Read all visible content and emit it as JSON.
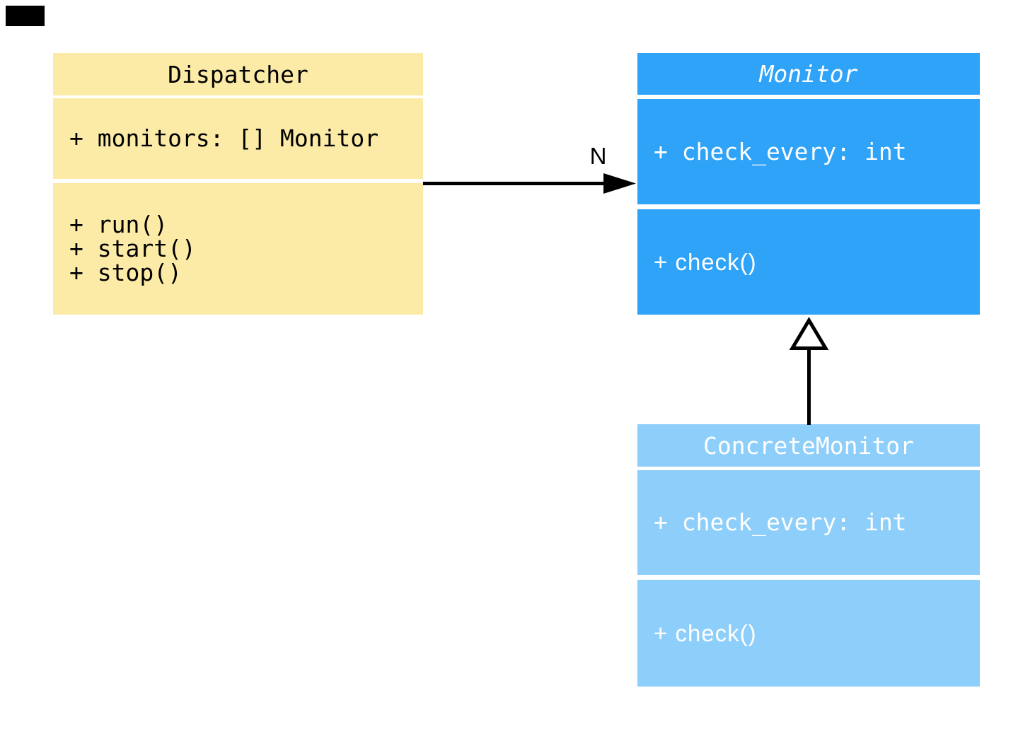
{
  "diagram": {
    "type": "uml-class-diagram",
    "background": "#ffffff"
  },
  "corner_mark": {
    "color": "#000000"
  },
  "classes": [
    {
      "name": "Dispatcher",
      "abstract": false,
      "fill": "#FCEBA6",
      "text_color": "#000000",
      "attributes": [
        "+ monitors: [] Monitor"
      ],
      "methods": [
        "+ run()",
        "+ start()",
        "+ stop()"
      ]
    },
    {
      "name": "Monitor",
      "abstract": true,
      "fill": "#2FA3F8",
      "text_color": "#ffffff",
      "attributes": [
        "+ check_every: int"
      ],
      "methods": [
        "+ check()"
      ]
    },
    {
      "name": "ConcreteMonitor",
      "abstract": false,
      "fill": "#8DCEFA",
      "text_color": "#ffffff",
      "attributes": [
        "+ check_every: int"
      ],
      "methods": [
        "+ check()"
      ]
    }
  ],
  "relations": [
    {
      "type": "association",
      "from": "Dispatcher",
      "to": "Monitor",
      "label": "N",
      "line_color": "#000000"
    },
    {
      "type": "inheritance",
      "from": "ConcreteMonitor",
      "to": "Monitor",
      "label": "",
      "line_color": "#000000"
    }
  ]
}
